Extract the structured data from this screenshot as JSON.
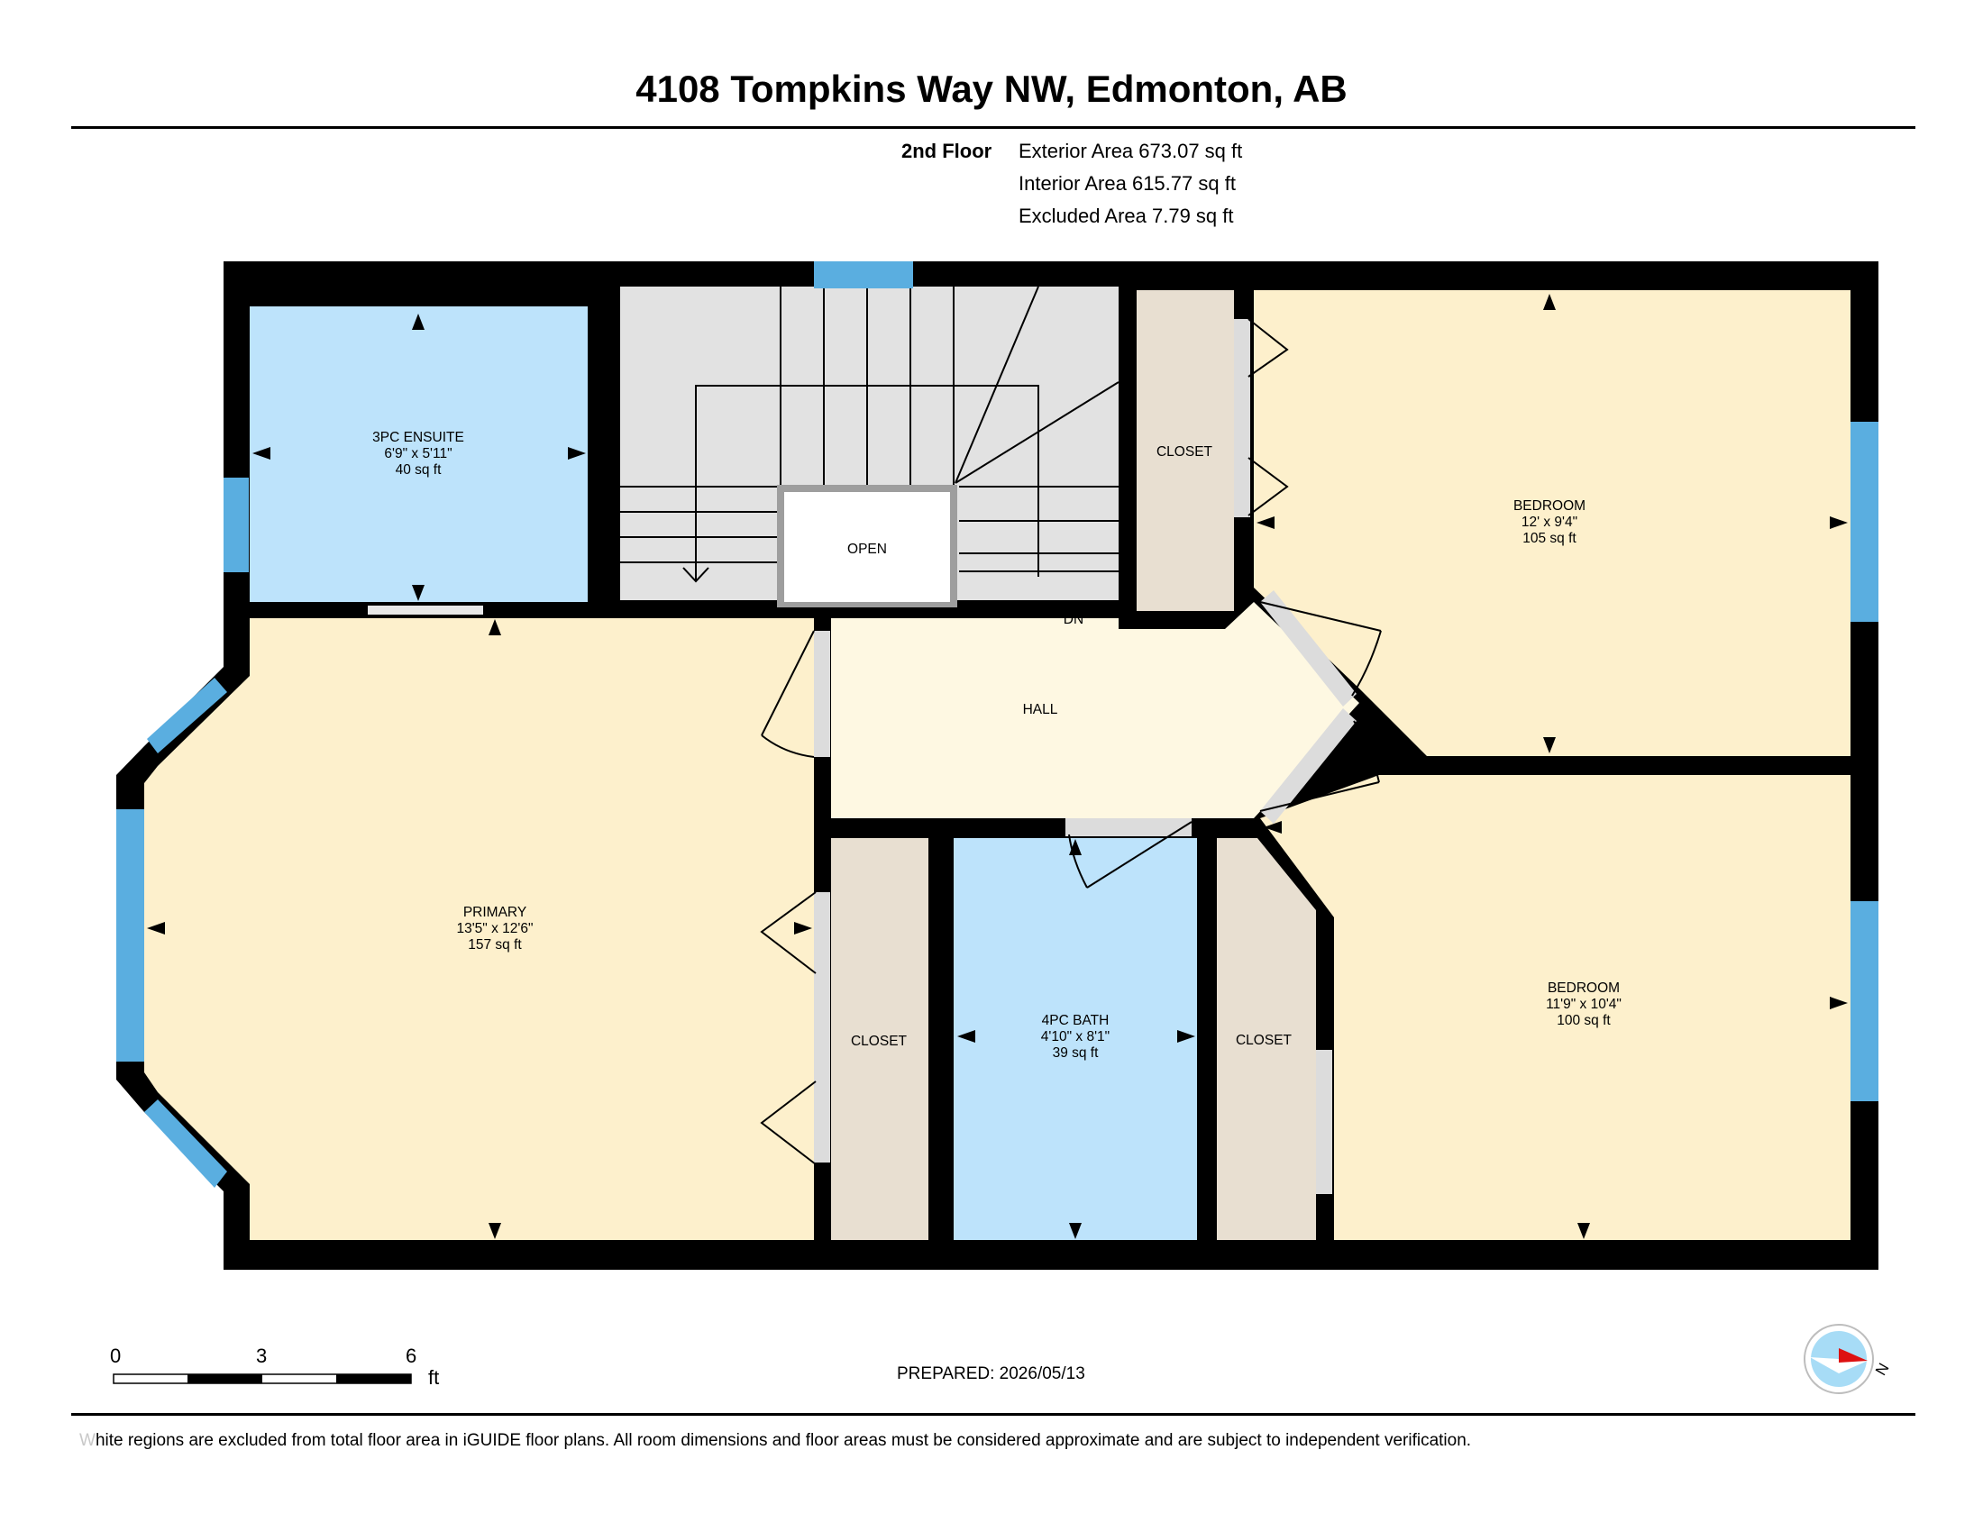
{
  "header": {
    "title": "4108 Tompkins Way NW, Edmonton, AB",
    "floor": "2nd Floor",
    "areas": [
      "Exterior Area 673.07 sq ft",
      "Interior Area 615.77 sq ft",
      "Excluded Area 7.79 sq ft"
    ]
  },
  "rooms": {
    "ensuite": {
      "name": "3PC ENSUITE",
      "dims": "6'9\" x 5'11\"",
      "area": "40 sq ft"
    },
    "open": {
      "name": "OPEN"
    },
    "stairs_dn": {
      "name": "DN"
    },
    "hall": {
      "name": "HALL"
    },
    "closet_top": {
      "name": "CLOSET"
    },
    "bedroom_1": {
      "name": "BEDROOM",
      "dims": "12' x 9'4\"",
      "area": "105 sq ft"
    },
    "primary": {
      "name": "PRIMARY",
      "dims": "13'5\" x 12'6\"",
      "area": "157 sq ft"
    },
    "closet_primary": {
      "name": "CLOSET"
    },
    "bath": {
      "name": "4PC BATH",
      "dims": "4'10\" x 8'1\"",
      "area": "39 sq ft"
    },
    "closet_mid": {
      "name": "CLOSET"
    },
    "bedroom_2": {
      "name": "BEDROOM",
      "dims": "11'9\" x 10'4\"",
      "area": "100 sq ft"
    }
  },
  "scale": {
    "ticks": [
      "0",
      "3",
      "6"
    ],
    "unit": "ft"
  },
  "compass": {
    "label": "N"
  },
  "footer": {
    "prepared": "PREPARED: 2026/05/13",
    "disclaimer_first": "W",
    "disclaimer_rest": "hite regions are excluded from total floor area in iGUIDE floor plans. All room dimensions and floor areas must be considered approximate and are subject to independent verification."
  },
  "colors": {
    "wall": "#000000",
    "bedroom_fill": "#fdf0cc",
    "bath_fill": "#bde3fb",
    "closet_fill": "#e8dfd1",
    "hall_fill": "#fef8e2",
    "stair_fill": "#e2e2e2",
    "window": "#5aaee0",
    "compass_fill": "#a7dcf6",
    "compass_needle": "#dd1111"
  }
}
